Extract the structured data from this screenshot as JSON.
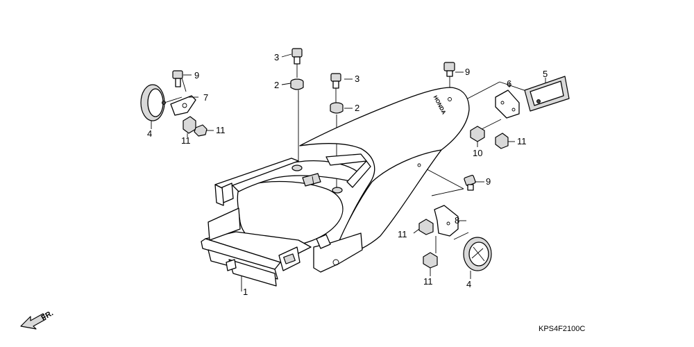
{
  "diagram": {
    "callouts": {
      "c1": "1",
      "c2a": "2",
      "c2b": "2",
      "c3a": "3",
      "c3b": "3",
      "c4a": "4",
      "c4b": "4",
      "c5": "5",
      "c6": "6",
      "c7": "7",
      "c8": "8",
      "c9a": "9",
      "c9b": "9",
      "c9c": "9",
      "c10": "10",
      "c11a": "11",
      "c11b": "11",
      "c11c": "11",
      "c11d": "11",
      "c11e": "11"
    },
    "brand_mark": "HONDA",
    "front_marker": "FR.",
    "diagram_code": "KPS4F2100C"
  }
}
